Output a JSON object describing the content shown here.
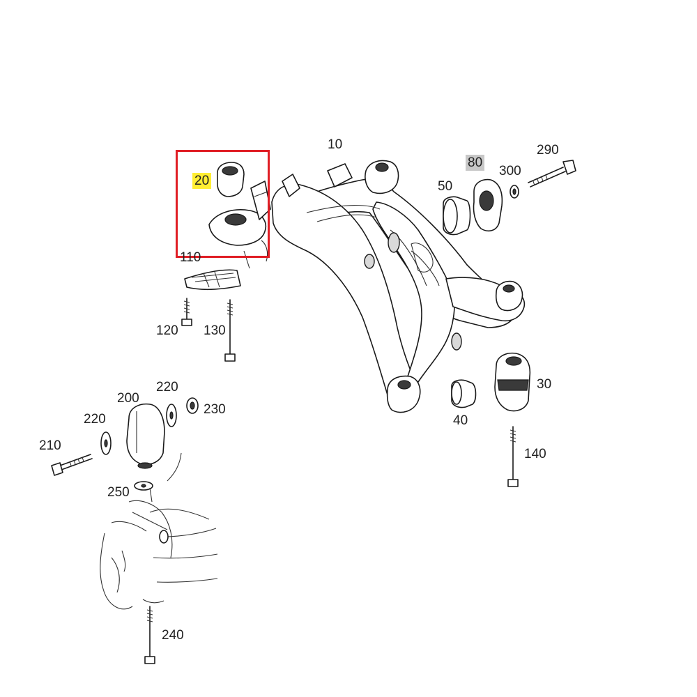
{
  "diagram": {
    "callouts": [
      {
        "id": "10",
        "text": "10"
      },
      {
        "id": "20",
        "text": "20",
        "highlight": "#ffee33"
      },
      {
        "id": "30",
        "text": "30"
      },
      {
        "id": "40",
        "text": "40"
      },
      {
        "id": "50",
        "text": "50"
      },
      {
        "id": "80",
        "text": "80",
        "highlight": "#c8c8c8"
      },
      {
        "id": "110",
        "text": "110"
      },
      {
        "id": "120",
        "text": "120"
      },
      {
        "id": "130",
        "text": "130"
      },
      {
        "id": "140",
        "text": "140"
      },
      {
        "id": "200",
        "text": "200"
      },
      {
        "id": "210",
        "text": "210"
      },
      {
        "id": "220a",
        "text": "220"
      },
      {
        "id": "220b",
        "text": "220"
      },
      {
        "id": "230",
        "text": "230"
      },
      {
        "id": "240",
        "text": "240"
      },
      {
        "id": "250",
        "text": "250"
      },
      {
        "id": "290",
        "text": "290"
      },
      {
        "id": "300",
        "text": "300"
      }
    ],
    "selection_box_color": "#e01e25"
  }
}
